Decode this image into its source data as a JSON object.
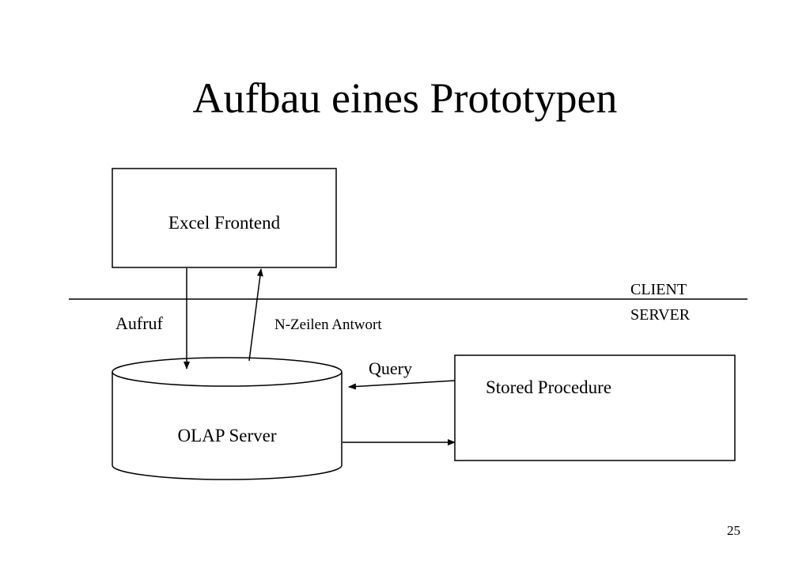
{
  "slide": {
    "title": "Aufbau eines Prototypen",
    "page_number": "25"
  },
  "nodes": {
    "excel_frontend": {
      "label": "Excel Frontend",
      "shape": "rectangle"
    },
    "olap_server": {
      "label": "OLAP Server",
      "shape": "cylinder"
    },
    "stored_procedure": {
      "label": "Stored Procedure",
      "shape": "rectangle"
    }
  },
  "boundary": {
    "upper_label": "CLIENT",
    "lower_label": "SERVER"
  },
  "edges": [
    {
      "from": "excel_frontend",
      "to": "olap_server",
      "label": "Aufruf"
    },
    {
      "from": "olap_server",
      "to": "excel_frontend",
      "label": "N-Zeilen Antwort"
    },
    {
      "from": "stored_procedure",
      "to": "olap_server",
      "label": "Query"
    },
    {
      "from": "olap_server",
      "to": "stored_procedure",
      "label": ""
    }
  ],
  "colors": {
    "stroke": "#000000",
    "background": "#ffffff"
  }
}
